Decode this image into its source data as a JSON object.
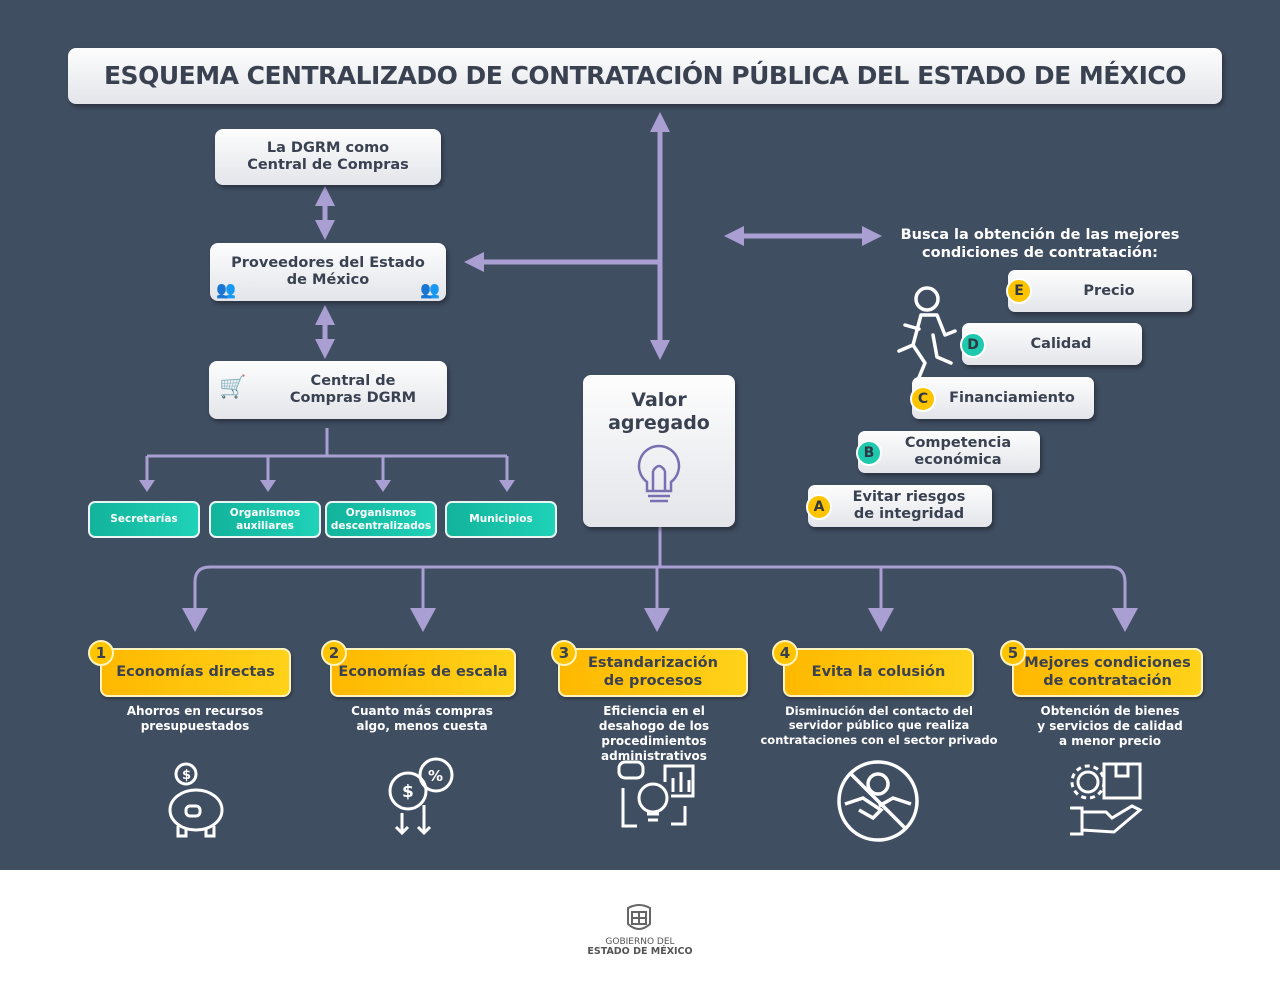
{
  "title": "ESQUEMA CENTRALIZADO DE CONTRATACIÓN PÚBLICA DEL ESTADO DE MÉXICO",
  "left": {
    "dgrm": "La DGRM como Central de Compras",
    "proveedores": "Proveedores del Estado de México",
    "central": "Central de Compras DGRM",
    "entities": [
      "Secretarías",
      "Organismos auxiliares",
      "Organismos descentralizados",
      "Municipios"
    ]
  },
  "center": {
    "valor": "Valor agregado"
  },
  "right": {
    "header": "Busca la obtención de las mejores condiciones de contratación:",
    "steps": [
      {
        "letter": "E",
        "label": "Precio",
        "color": "#ffc400"
      },
      {
        "letter": "D",
        "label": "Calidad",
        "color": "#1fc9ad"
      },
      {
        "letter": "C",
        "label": "Financiamiento",
        "color": "#ffc400"
      },
      {
        "letter": "B",
        "label": "Competencia económica",
        "color": "#1fc9ad"
      },
      {
        "letter": "A",
        "label": "Evitar riesgos de integridad",
        "color": "#ffc400"
      }
    ]
  },
  "benefits": [
    {
      "n": "1",
      "title": "Economías directas",
      "desc": "Ahorros en recursos presupuestados",
      "icon": "piggy-bank-icon"
    },
    {
      "n": "2",
      "title": "Economías de escala",
      "desc": "Cuanto más compras algo, menos cuesta",
      "icon": "discount-icon"
    },
    {
      "n": "3",
      "title": "Estandarización de procesos",
      "desc": "Eficiencia en el desahogo de los procedimientos administrativos",
      "icon": "process-idea-icon"
    },
    {
      "n": "4",
      "title": "Evita la colusión",
      "desc": "Disminución del contacto del servidor público que realiza contrataciones con el sector privado",
      "icon": "no-bribe-icon"
    },
    {
      "n": "5",
      "title": "Mejores condiciones de contratación",
      "desc": "Obtención de bienes y servicios de calidad a menor precio",
      "icon": "hand-box-gear-icon"
    }
  ],
  "footer": {
    "line1": "GOBIERNO DEL",
    "line2": "ESTADO DE MÉXICO"
  },
  "colors": {
    "background": "#404e62",
    "arrow": "#a99fd2",
    "teal": "#1fc9ad",
    "yellow": "#ffc400"
  }
}
